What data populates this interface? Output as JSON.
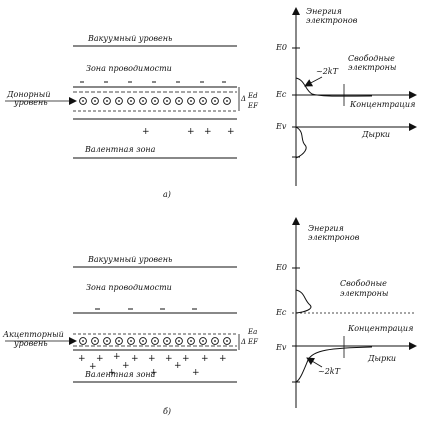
{
  "panel_a": {
    "caption": "а)",
    "vacuum_level": "Вакуумный уровень",
    "conduction_band": "Зона проводимости",
    "valence_band": "Валентная зона",
    "impurity_level_line1": "Донорный",
    "impurity_level_line2": "уровень",
    "delta_label": "Δ",
    "level_Ed": "Ed",
    "level_EF": "EF",
    "graph": {
      "axis_title_line1": "Энергия",
      "axis_title_line2": "электронов",
      "E0": "E0",
      "Ec": "Ec",
      "Ev": "Ev",
      "kT": "~2kT",
      "free_electrons_line1": "Свободные",
      "free_electrons_line2": "электроны",
      "concentration": "Концентрация",
      "holes": "Дырки"
    }
  },
  "panel_b": {
    "caption": "б)",
    "vacuum_level": "Вакуумный уровень",
    "conduction_band": "Зона проводимости",
    "valence_band": "Валентная зона",
    "impurity_level_line1": "Акцепторный",
    "impurity_level_line2": "уровень",
    "delta_label": "Δ",
    "level_Ea": "Ea",
    "level_EF": "EF",
    "graph": {
      "axis_title_line1": "Энергия",
      "axis_title_line2": "электронов",
      "E0": "E0",
      "Ec": "Ec",
      "Ev": "Ev",
      "kT": "~2kT",
      "free_electrons_line1": "Свободные",
      "free_electrons_line2": "электроны",
      "concentration": "Концентрация",
      "holes": "Дырки"
    }
  }
}
